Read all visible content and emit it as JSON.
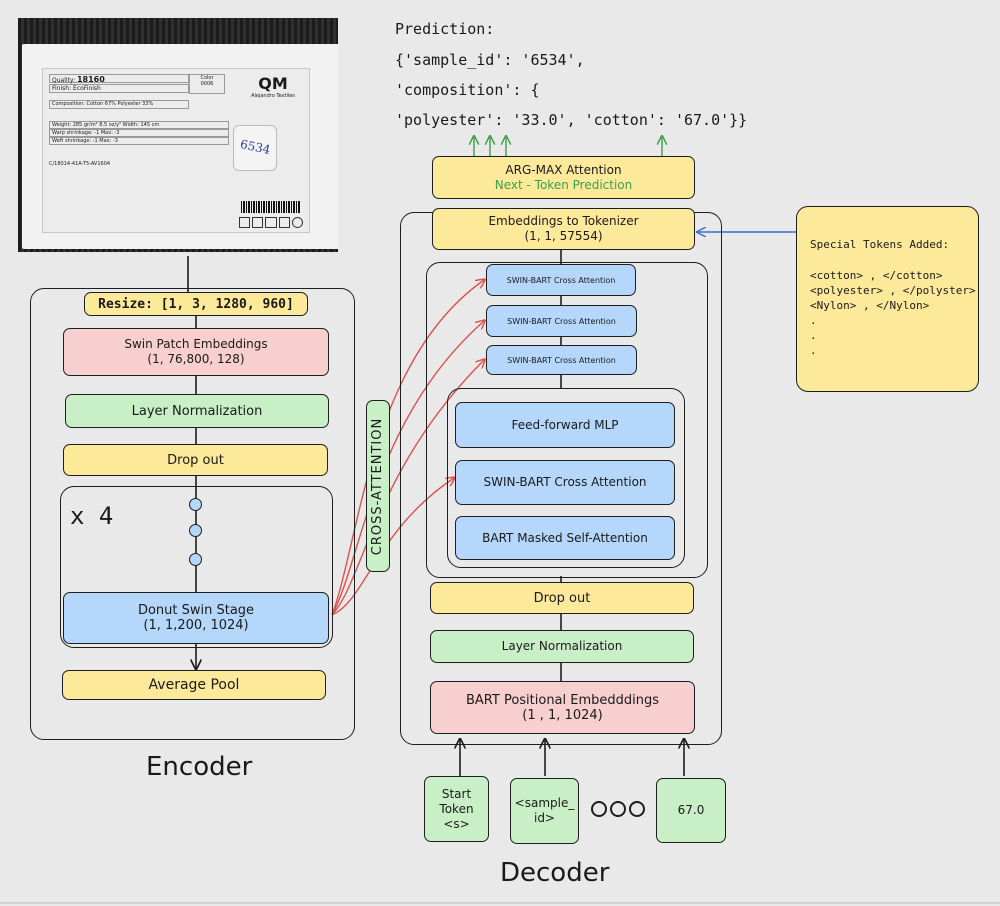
{
  "photo": {
    "quality_label": "Quality:",
    "quality_value": "18160",
    "finish_label": "Finish: EcoFinish",
    "composition_text": "Composition: Cotton 67% Polyester 33%",
    "color_label": "Color",
    "color_value": "0006",
    "logo_text": "QM",
    "logo_subtext": "Alejandro Textiles",
    "row1": "Weight: 285 gr/m²  8.5 oz/y²   Width: 145 cm",
    "row2": "Warp shrinkage:   -1        Max:  -3",
    "row3": "Weft shrinkage:   -1        Max:  -3",
    "barcode_text": "C/18014-41A-T5-AV1604",
    "handwritten_id": "6534"
  },
  "prediction": {
    "line1": "Prediction:",
    "line2": "{'sample_id': '6534',",
    "line3": "'composition': {",
    "line4": "'polyester': '33.0', 'cotton': '67.0'}}"
  },
  "encoder": {
    "resize": "Resize: [1, 3, 1280, 960]",
    "patch_title": "Swin Patch Embeddings",
    "patch_shape": "(1, 76,800, 128)",
    "layer_norm": "Layer Normalization",
    "dropout": "Drop out",
    "repeat": "x 4",
    "stage_title": "Donut Swin Stage",
    "stage_shape": "(1, 1,200, 1024)",
    "pool": "Average Pool",
    "label": "Encoder"
  },
  "cross_attention_label": "CROSS-ATTENTION",
  "decoder": {
    "argmax_title": "ARG-MAX Attention",
    "argmax_sub": "Next - Token Prediction",
    "embed_title": "Embeddings to Tokenizer",
    "embed_shape": "(1, 1, 57554)",
    "cross_small": "SWIN-BART Cross Attention",
    "ffn": "Feed-forward MLP",
    "cross_big": "SWIN-BART Cross Attention",
    "masked": "BART Masked Self-Attention",
    "dropout": "Drop out",
    "layer_norm": "Layer Normalization",
    "pos_title": "BART Positional Embedddings",
    "pos_shape": "(1 , 1, 1024)",
    "label": "Decoder"
  },
  "inputs": {
    "start_1": "Start",
    "start_2": "Token",
    "start_3": "<s>",
    "sample_1": "<sample_",
    "sample_2": "id>",
    "last": "67.0"
  },
  "special": {
    "title": "Special Tokens Added:",
    "line1": "<cotton> , </cotton>",
    "line2": "<polyester> , </polyster>",
    "line3": "<Nylon> , </Nylon>",
    "dot": "."
  },
  "colors": {
    "yellow": "#fde99a",
    "pink": "#f8cfcf",
    "green": "#c9efc7",
    "blue": "#b4d7fb",
    "red_arrow": "#d9534f",
    "blue_arrow": "#3b6fc9",
    "green_arrow": "#3ca04a"
  }
}
